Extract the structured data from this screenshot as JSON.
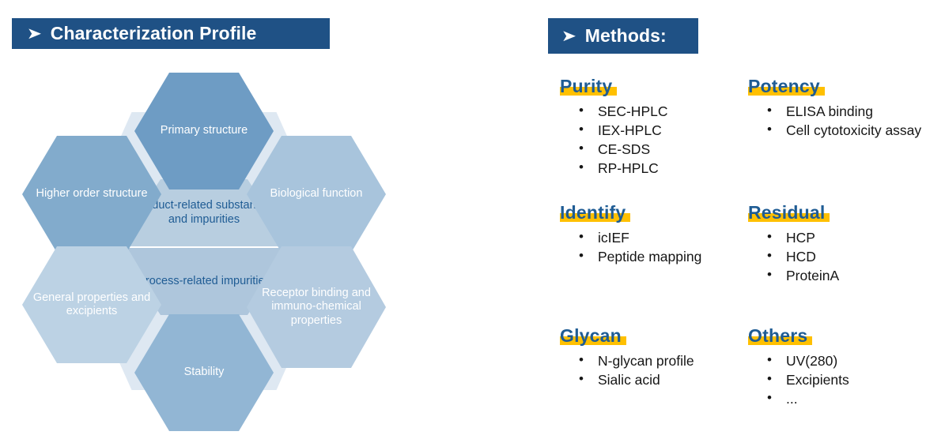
{
  "colors": {
    "banner_bg": "#1F5185",
    "heading_blue": "#1F5C94",
    "highlight_yellow": "#FFC000",
    "hex_dark": "#6E9CC4",
    "hex_mid": "#80A8CA",
    "hex_light": "#A8C4DC",
    "hex_pale": "#BCD0E2",
    "hex_center": "#B8CEE0",
    "hex_faint": "#DEE8F2"
  },
  "banners": {
    "arrow_icon": "➤",
    "characterization": "Characterization Profile",
    "methods": "Methods:"
  },
  "diagram": {
    "hexagons": [
      {
        "id": "primary-structure",
        "label": "Primary structure"
      },
      {
        "id": "higher-order-structure",
        "label": "Higher order structure"
      },
      {
        "id": "biological-function",
        "label": "Biological function"
      },
      {
        "id": "general-properties-and-excipients",
        "label": "General properties and excipients"
      },
      {
        "id": "receptor-binding-and-immuno-chemical-properties",
        "label": "Receptor binding and immuno-chemical properties"
      },
      {
        "id": "stability",
        "label": "Stability"
      }
    ],
    "center": [
      {
        "id": "product-related-substances-and-impurities",
        "label": "Product-related substances and impurities"
      },
      {
        "id": "process-related-impurities",
        "label": "Process-related impurities"
      }
    ]
  },
  "methods": {
    "bullet": "•",
    "blocks": [
      {
        "id": "purity",
        "heading": "Purity",
        "items": [
          "SEC-HPLC",
          "IEX-HPLC",
          "CE-SDS",
          "RP-HPLC"
        ]
      },
      {
        "id": "potency",
        "heading": "Potency",
        "items": [
          "ELISA binding",
          "Cell cytotoxicity assay"
        ]
      },
      {
        "id": "identify",
        "heading": "Identify",
        "items": [
          "icIEF",
          " Peptide mapping"
        ]
      },
      {
        "id": "residual",
        "heading": "Residual",
        "items": [
          "HCP",
          "HCD",
          "ProteinA"
        ]
      },
      {
        "id": "glycan",
        "heading": "Glycan",
        "items": [
          "N-glycan profile",
          "Sialic acid"
        ]
      },
      {
        "id": "others",
        "heading": "Others",
        "items": [
          "UV(280)",
          "Excipients",
          "..."
        ]
      }
    ]
  }
}
